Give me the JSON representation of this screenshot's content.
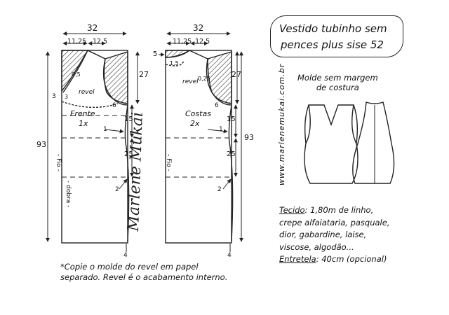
{
  "title": {
    "line1": "Vestido tubinho sem",
    "line2": "pences plus sise 52"
  },
  "molde_label": {
    "line1": "Molde sem margem",
    "line2": "de costura"
  },
  "website": "www.marlenemukai.com.br",
  "signature": "Marlene Mukai",
  "front_piece": {
    "name": "Frente",
    "count": "1x",
    "revel_label": "revel",
    "fio_label": "- Fio -",
    "dobra_label": "- dobra -",
    "width": "32",
    "neck_width": "11,25",
    "shoulder_width": "12,5",
    "total_length": "93",
    "armhole_depth": "27",
    "side_waist": "15",
    "hip": "25",
    "hem_drop": "4",
    "waist_in": "1",
    "hip_out": "2",
    "facing_depth": "6",
    "neck_offset_top": "3",
    "neck_side": "3",
    "facing_width": "0,5"
  },
  "back_piece": {
    "name": "Costas",
    "count": "2x",
    "revel_label": "revel",
    "fio_label": "- Fio -",
    "width": "32",
    "neck_width": "11,25",
    "shoulder_width": "12,5",
    "total_length": "93",
    "armhole_depth": "27",
    "side_waist": "15",
    "hip": "25",
    "hem_drop": "4",
    "waist_in": "1",
    "hip_out": "2",
    "facing_depth": "6",
    "neck_drop": "5",
    "facing_width": "0,25",
    "back_neck": "1,5"
  },
  "fabric_info": {
    "label": "Tecido",
    "line1": ": 1,80m de linho,",
    "line2": "crepe alfaiataria, pasquale,",
    "line3": "dior, gabardine, laise,",
    "line4": "viscose, algodão...",
    "interfacing_label": "Entretela",
    "interfacing_value": ": 40cm (opcional)"
  },
  "note": {
    "line1": "*Copie o molde do revel em papel",
    "line2": "separado. Revel é o acabamento interno."
  }
}
